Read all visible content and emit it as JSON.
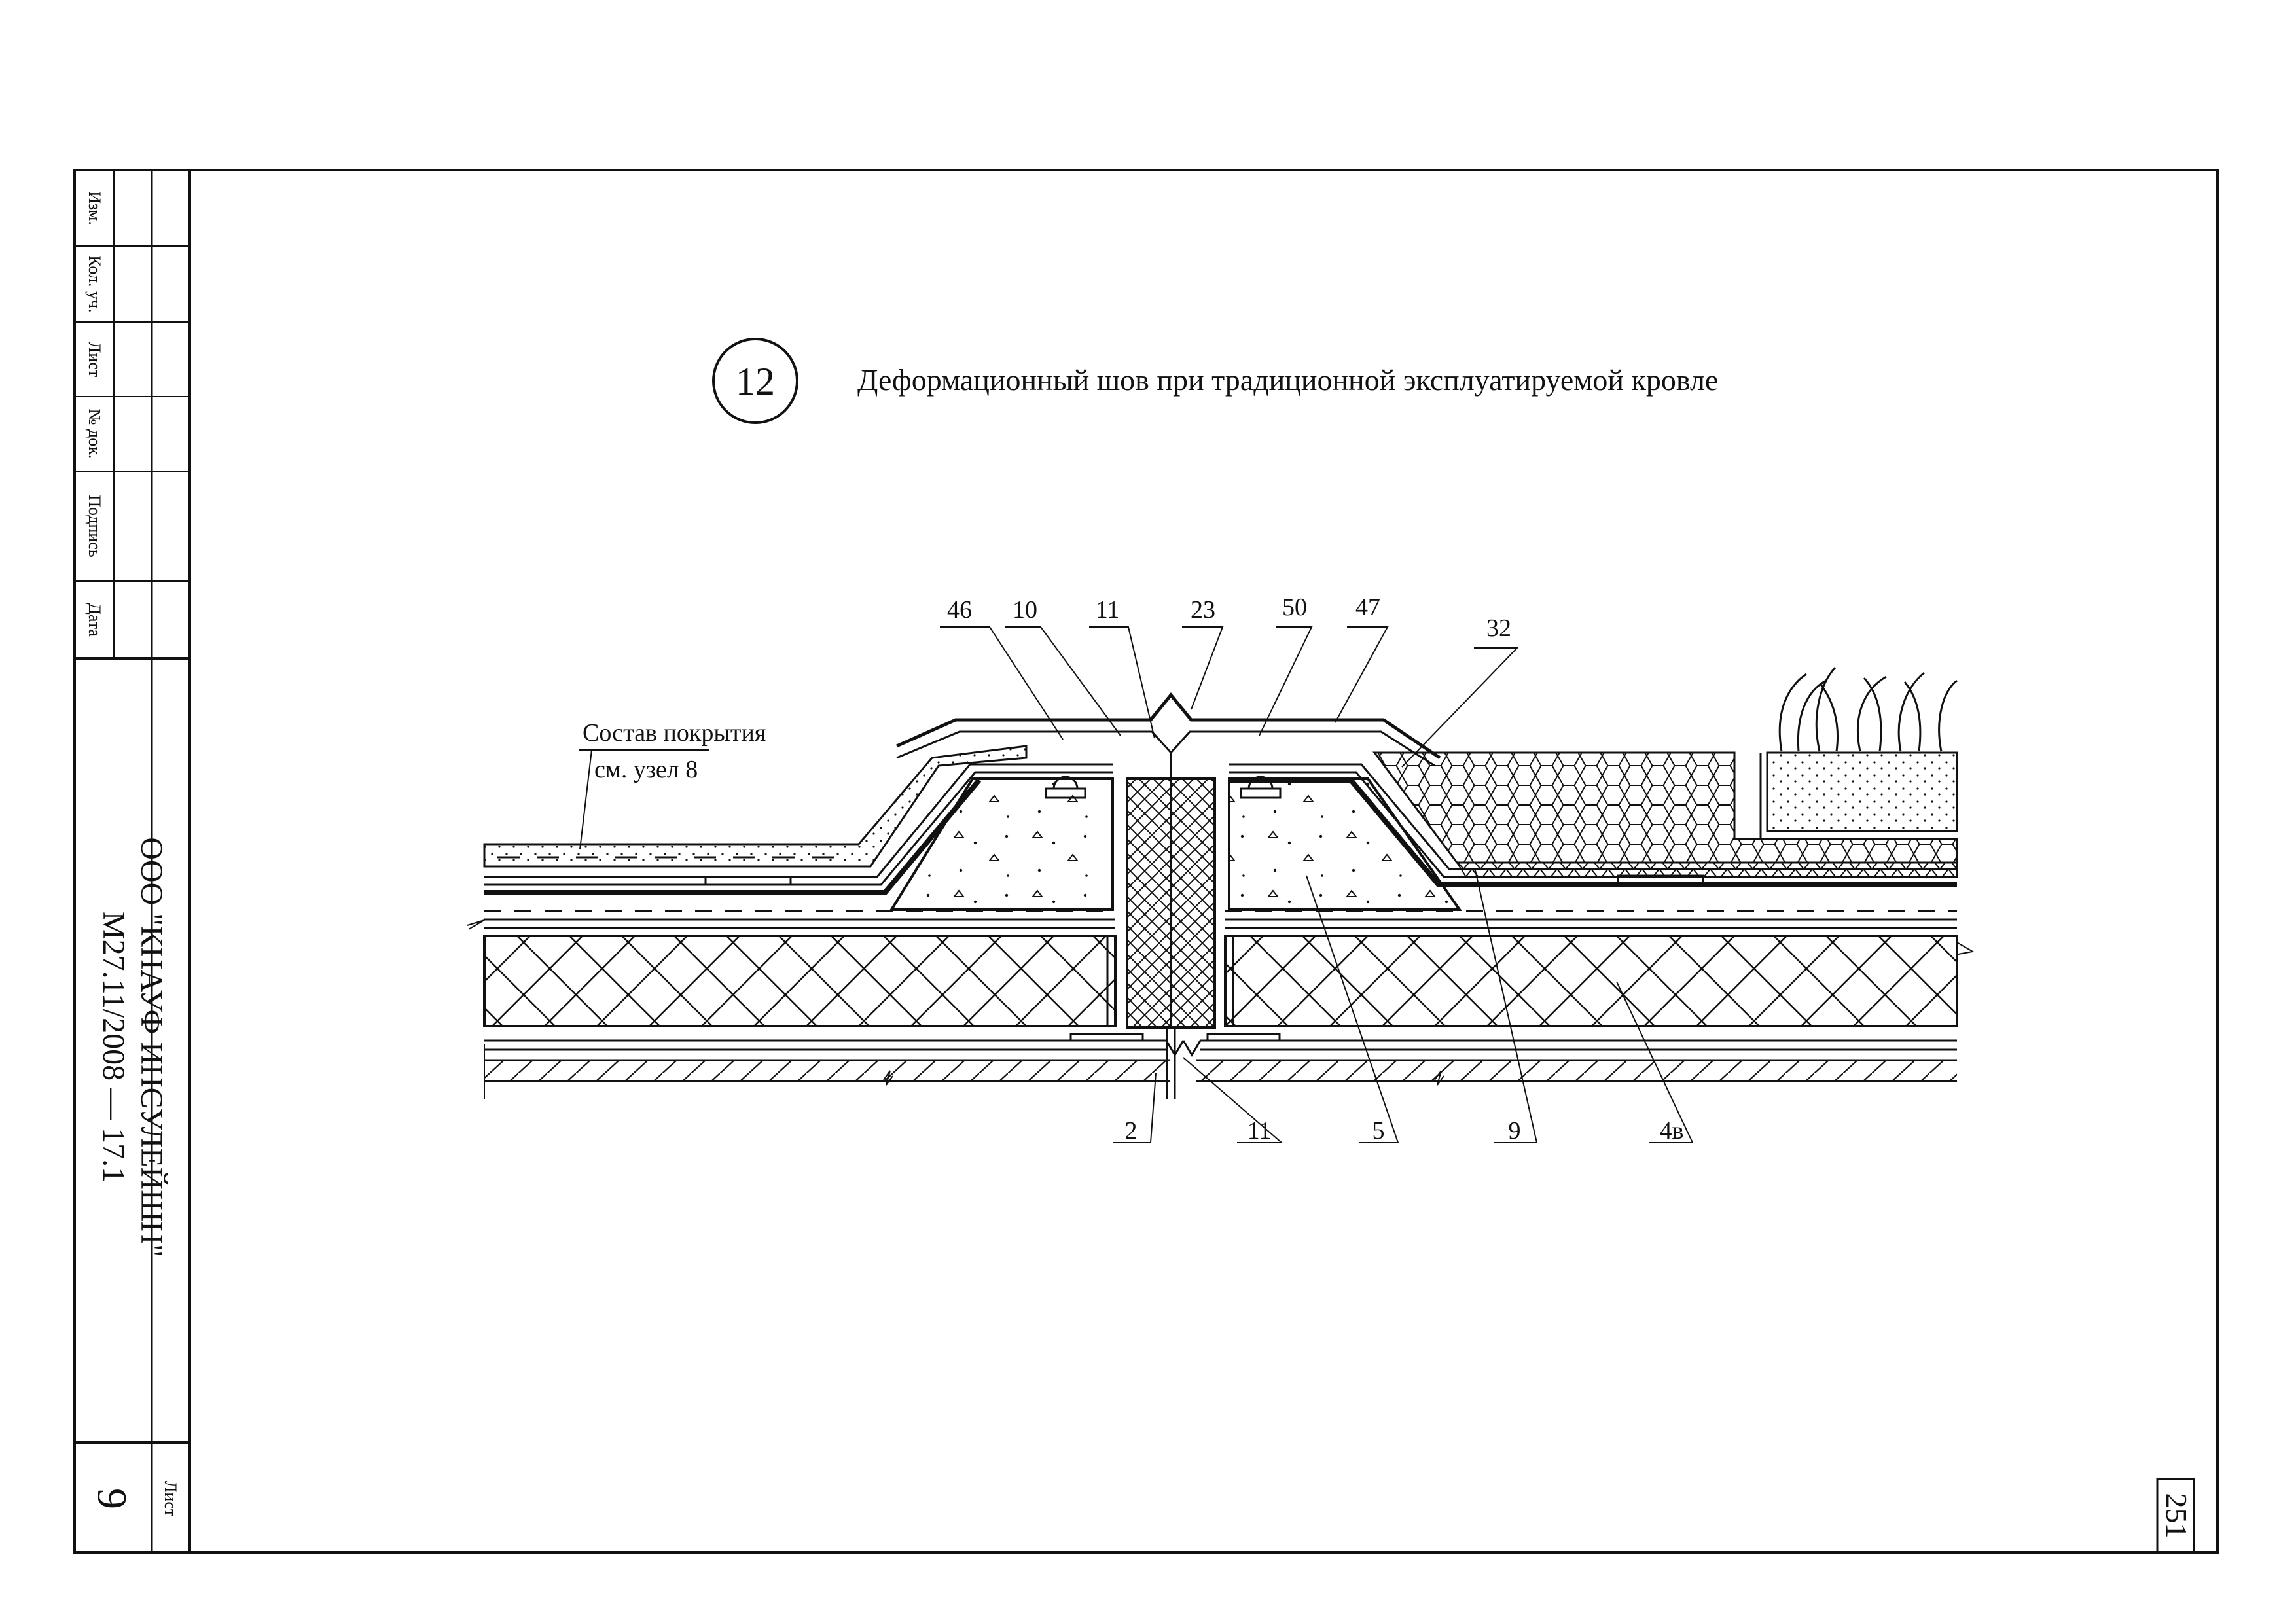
{
  "stamp": {
    "rows": [
      "Изм.",
      "Кол. уч.",
      "Лист",
      "№ док.",
      "Подпись",
      "Дата"
    ],
    "company": "ООО \"КНАУФ ИНСУЛЕЙШН\"",
    "doc_code": "М27.11/2008 — 17.1",
    "sheet_label": "Лист",
    "sheet_number": "9"
  },
  "node": {
    "number": "12",
    "title": "Деформационный шов при традиционной эксплуатируемой кровле"
  },
  "note": {
    "line1": "Состав покрытия",
    "line2": "см. узел 8"
  },
  "callouts_top": [
    "46",
    "10",
    "11",
    "23",
    "50",
    "47",
    "32"
  ],
  "callouts_bottom": [
    "2",
    "11",
    "5",
    "9",
    "4в"
  ],
  "page_number": "251"
}
